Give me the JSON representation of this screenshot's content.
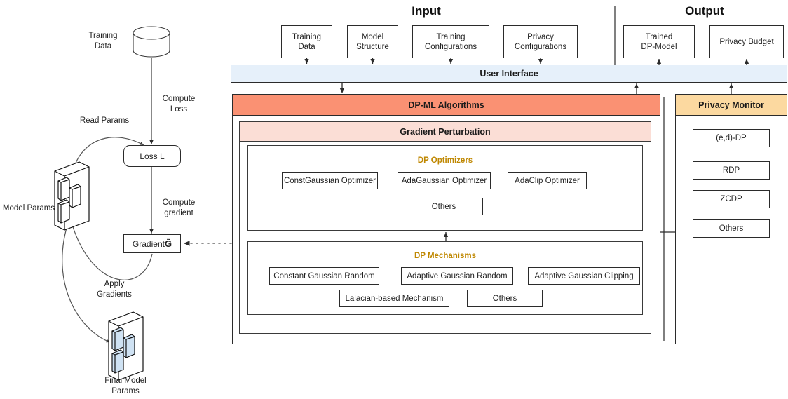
{
  "sections": {
    "input_title": "Input",
    "output_title": "Output"
  },
  "input_boxes": [
    {
      "line1": "Training",
      "line2": "Data"
    },
    {
      "line1": "Model",
      "line2": "Structure"
    },
    {
      "line1": "Training",
      "line2": "Configurations"
    },
    {
      "line1": "Privacy",
      "line2": "Configurations"
    }
  ],
  "output_boxes": [
    {
      "line1": "Trained",
      "line2": "DP-Model"
    },
    {
      "line1": "Privacy Budget",
      "line2": ""
    }
  ],
  "user_interface": {
    "label": "User Interface",
    "color": "#e6f0fa"
  },
  "dpml": {
    "title": "DP-ML Algorithms",
    "color": "#fa9173",
    "gradient_perturbation": {
      "title": "Gradient Perturbation",
      "color": "#fbded6",
      "optimizers": {
        "title": "DP Optimizers",
        "title_color": "#bf8700",
        "items_row1": [
          "ConstGaussian Optimizer",
          "AdaGaussian Optimizer",
          "AdaClip Optimizer"
        ],
        "items_row2": [
          "Others"
        ]
      },
      "mechanisms": {
        "title": "DP Mechanisms",
        "title_color": "#bf8700",
        "items_row1": [
          "Constant Gaussian Random",
          "Adaptive Gaussian Random",
          "Adaptive Gaussian Clipping"
        ],
        "items_row2": [
          "Lalacian-based Mechanism",
          "Others"
        ]
      }
    }
  },
  "privacy_monitor": {
    "title": "Privacy Monitor",
    "color": "#fcd9a0",
    "items": [
      "(e,d)-DP",
      "RDP",
      "ZCDP",
      "Others"
    ]
  },
  "training_flow": {
    "training_data_label_l1": "Training",
    "training_data_label_l2": "Data",
    "data_store": "Data",
    "compute_loss_l1": "Compute",
    "compute_loss_l2": "Loss",
    "loss_node": "Loss L",
    "read_params": "Read Params",
    "model_params": "Model Params",
    "compute_gradient_l1": "Compute",
    "compute_gradient_l2": "gradient",
    "gradient_node": "Gradient",
    "gradient_symbol": "G̃",
    "apply_gradients_l1": "Apply",
    "apply_gradients_l2": "Gradients",
    "final_model_l1": "Final Model",
    "final_model_l2": "Params",
    "server_block_color": "#ffffff",
    "final_block_color": "#cfe2f3"
  }
}
